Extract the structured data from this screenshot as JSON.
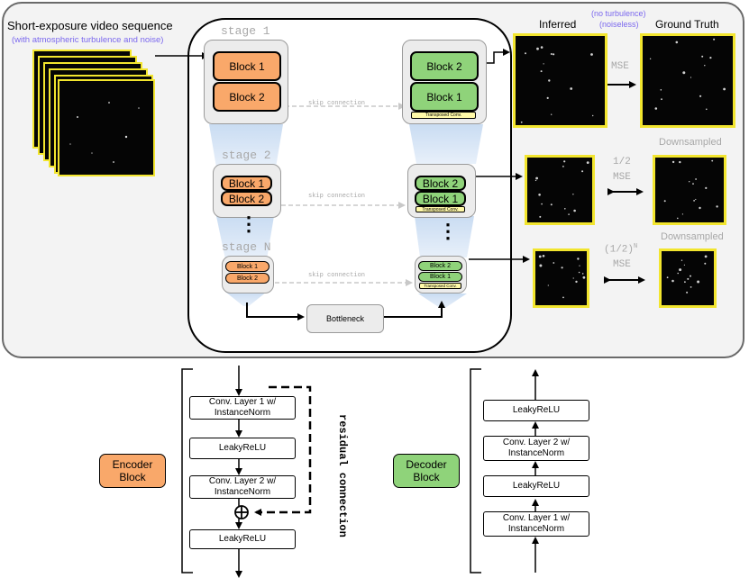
{
  "input": {
    "title": "Short-exposure video sequence",
    "subtitle": "(with atmospheric turbulence and noise)"
  },
  "stages": {
    "stage1": "stage 1",
    "stage2": "stage 2",
    "stageN": "stage N",
    "ellipsis": "⋮"
  },
  "blocks": {
    "block1": "Block 1",
    "block2": "Block 2",
    "transposed": "Transposed Conv."
  },
  "skip_connection": "skip connection",
  "bottleneck": "Bottleneck",
  "outputs": {
    "inferred": "Inferred",
    "ground_truth": "Ground Truth",
    "gt_note_1": "(no turbulence)",
    "gt_note_2": "(noiseless)",
    "mse": "MSE",
    "half": "1/2",
    "half_n_base": "(1/2)",
    "half_n_exp": "N",
    "downsampled": "Downsampled"
  },
  "encoder": {
    "tag": "Encoder Block",
    "layer1": "Conv. Layer 1 w/ InstanceNorm",
    "relu1": "LeakyReLU",
    "layer2": "Conv. Layer 2 w/ InstanceNorm",
    "relu2": "LeakyReLU",
    "residual": "residual connection"
  },
  "decoder": {
    "tag": "Decoder Block",
    "layer1": "Conv. Layer 1 w/ InstanceNorm",
    "relu1": "LeakyReLU",
    "layer2": "Conv. Layer 2 w/ InstanceNorm",
    "relu2": "LeakyReLU"
  },
  "colors": {
    "encoder": "#f9a86a",
    "decoder": "#8fd37a",
    "frame": "#f2e52e",
    "note": "#7b68ee"
  }
}
